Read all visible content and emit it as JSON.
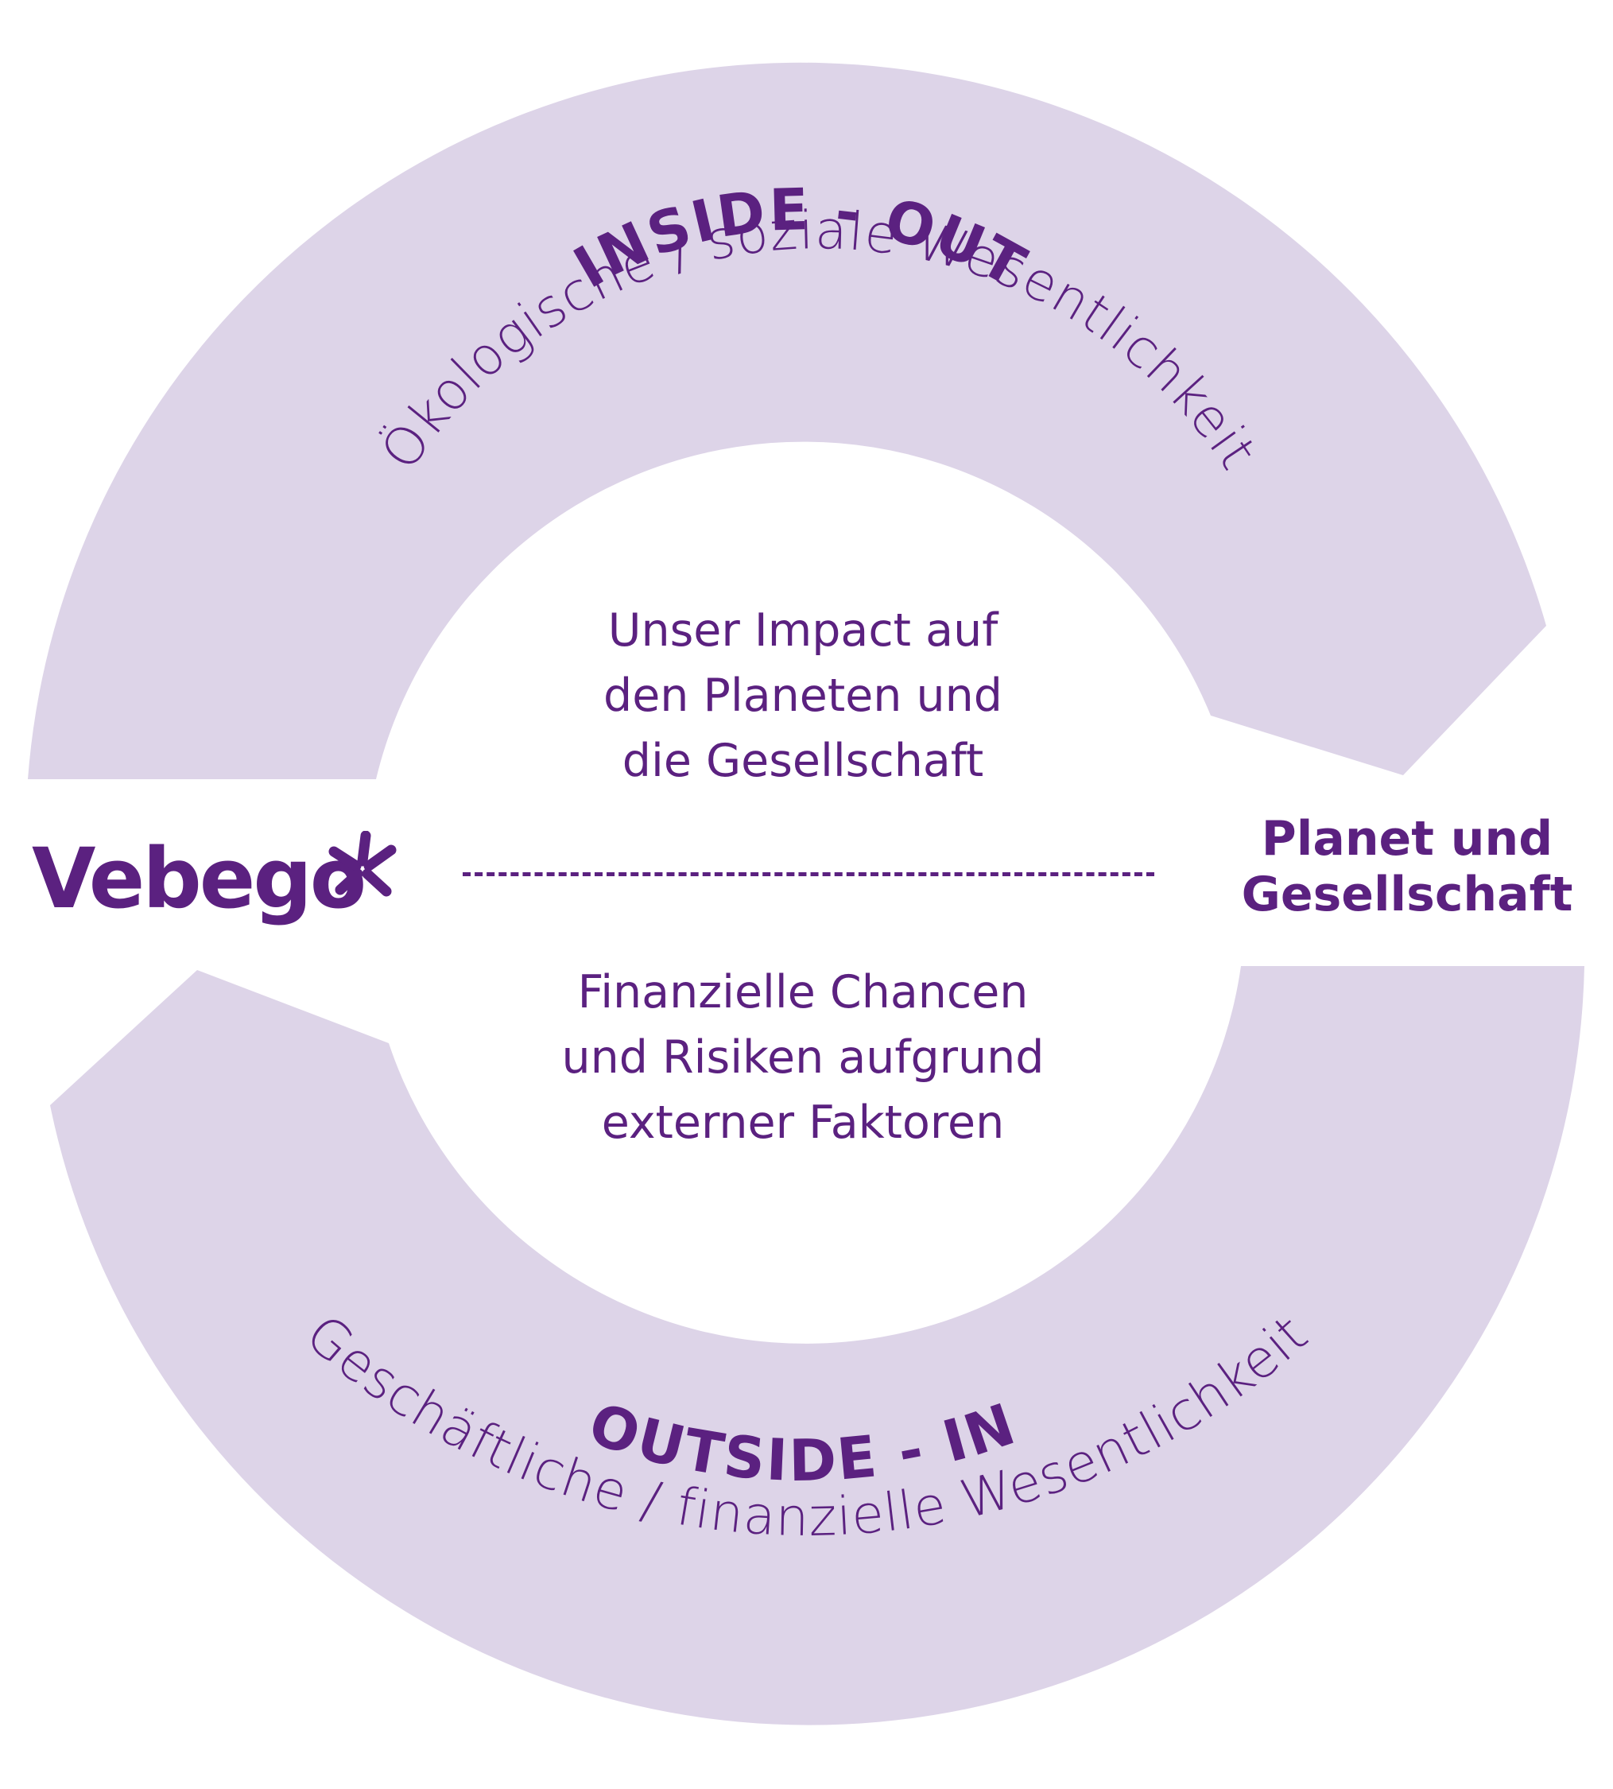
{
  "colors": {
    "ring": "#ddd4e8",
    "text": "#5b2180",
    "background": "#ffffff"
  },
  "top_arc": {
    "title": "INSIDE - OUT",
    "subtitle": "Ökologische / soziale Wesentlichkeit"
  },
  "bottom_arc": {
    "title": "OUTSIDE - IN",
    "subtitle": "Geschäftliche / finanzielle Wesentlichkeit"
  },
  "center": {
    "upper_lines": [
      "Unser Impact auf",
      "den Planeten und",
      "die Gesellschaft"
    ],
    "lower_lines": [
      "Finanzielle Chancen",
      "und Risiken aufgrund",
      "externer Faktoren"
    ]
  },
  "right_label": {
    "lines": [
      "Planet und",
      "Gesellschaft"
    ]
  },
  "logo": {
    "name": "Vebego",
    "icon": "vebego-star-logo-icon"
  }
}
